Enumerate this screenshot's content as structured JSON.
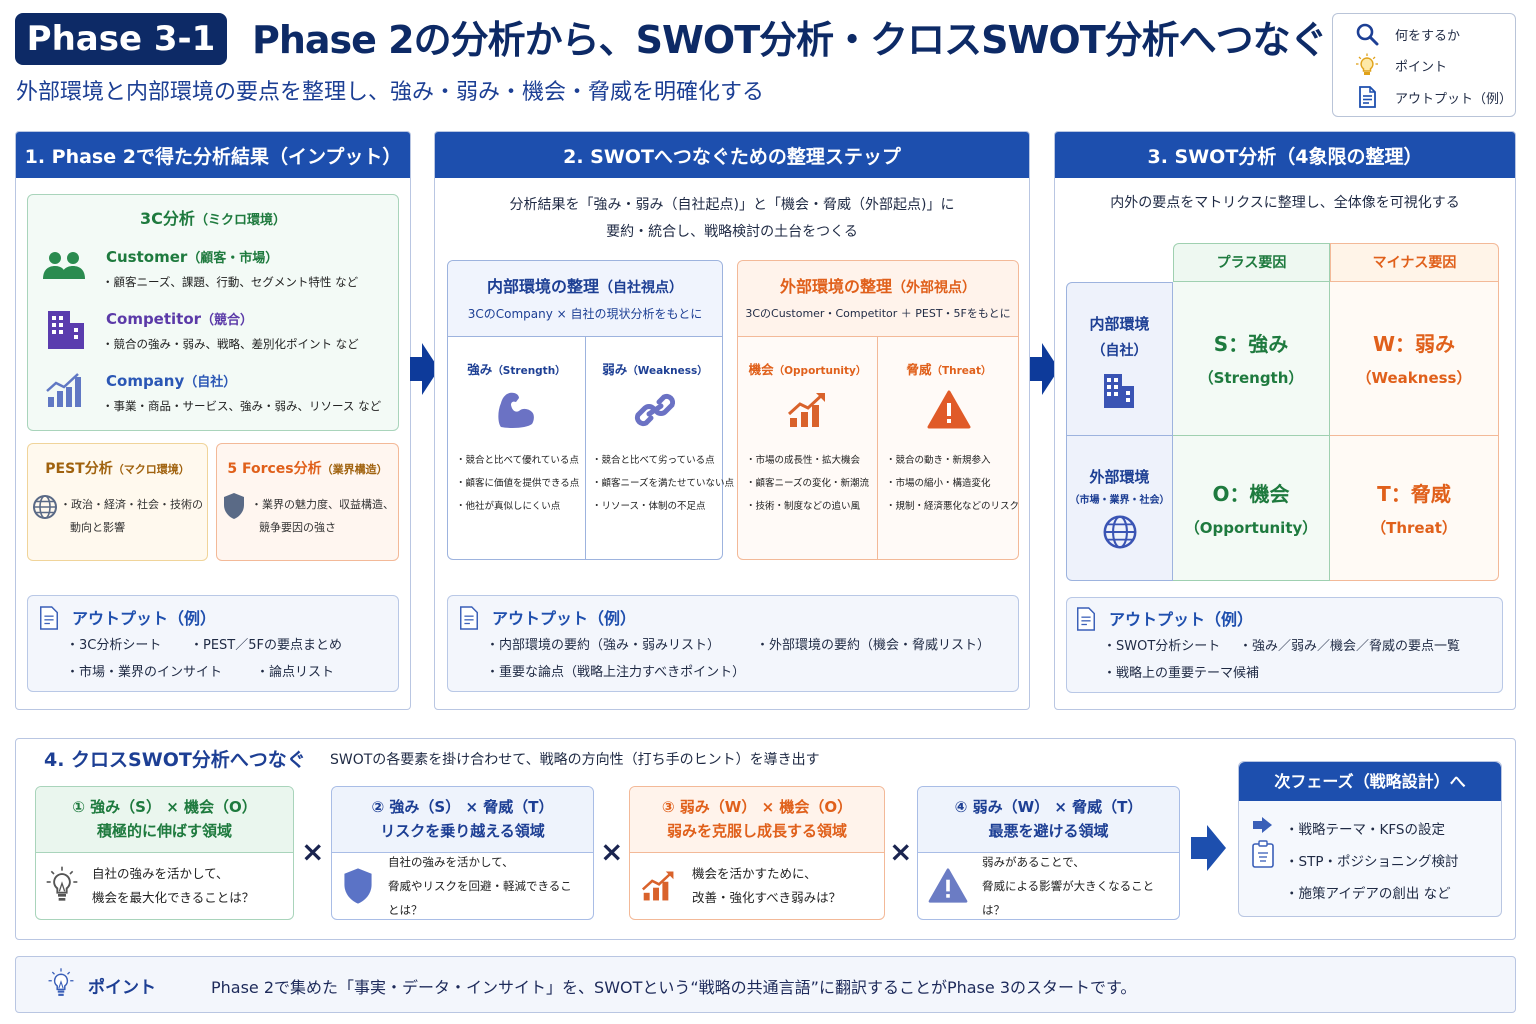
{
  "header": {
    "badge": "Phase 3-1",
    "title": "Phase 2の分析から、SWOT分析・クロスSWOT分析へつなぐ",
    "subtitle": "外部環境と内部環境の要点を整理し、強み・弱み・機会・脅威を明確化する"
  },
  "legend": {
    "items": [
      {
        "icon": "search-icon",
        "label": "何をするか"
      },
      {
        "icon": "lightbulb-icon",
        "label": "ポイント"
      },
      {
        "icon": "document-icon",
        "label": "アウトプット（例）"
      }
    ]
  },
  "colors": {
    "navy": "#0d2a66",
    "panel_header": "#1d4fae",
    "green": "#1e7a3e",
    "purple": "#5b3aa8",
    "blue": "#2b57b5",
    "orange": "#e0601b",
    "amber": "#a0620e"
  },
  "panel1": {
    "title": "1. Phase 2で得た分析結果（インプット）",
    "c3": {
      "title": "3C分析",
      "title_sub": "（ミクロ環境）",
      "items": [
        {
          "icon": "people-icon",
          "name": "Customer",
          "name_sub": "（顧客・市場）",
          "desc": "・顧客ニーズ、課題、行動、セグメント特性  など"
        },
        {
          "icon": "building-icon",
          "name": "Competitor",
          "name_sub": "（競合）",
          "desc": "・競合の強み・弱み、戦略、差別化ポイント  など"
        },
        {
          "icon": "bar-chart-icon",
          "name": "Company",
          "name_sub": "（自社）",
          "desc": "・事業・商品・サービス、強み・弱み、リソース  など"
        }
      ]
    },
    "pest": {
      "title": "PEST分析",
      "title_sub": "（マクロ環境）",
      "line1": "・政治・経済・社会・技術の",
      "line2": "動向と影響"
    },
    "forces": {
      "title": "5 Forces分析",
      "title_sub": "（業界構造）",
      "line1": "・業界の魅力度、収益構造、",
      "line2": "競争要因の強さ"
    },
    "output": {
      "title": "アウトプット（例）",
      "items": [
        "・3C分析シート",
        "・PEST／5Fの要点まとめ",
        "・市場・業界のインサイト",
        "・論点リスト"
      ]
    }
  },
  "panel2": {
    "title": "2. SWOTへつなぐための整理ステップ",
    "desc1": "分析結果を「強み・弱み（自社起点)」と「機会・脅威（外部起点)」に",
    "desc2": "要約・統合し、戦略検討の土台をつくる",
    "internal": {
      "title": "内部環境の整理",
      "title_sub": "（自社視点）",
      "basis": "3CのCompany × 自社の現状分析をもとに",
      "cols": [
        {
          "title": "強み",
          "title_sub": "（Strength）",
          "icon": "muscle-arm-icon",
          "items": [
            "・競合と比べて優れている点",
            "・顧客に価値を提供できる点",
            "・他社が真似しにくい点"
          ]
        },
        {
          "title": "弱み",
          "title_sub": "（Weakness）",
          "icon": "broken-link-icon",
          "items": [
            "・競合と比べて劣っている点",
            "・顧客ニーズを満たせていない点",
            "・リソース・体制の不足点"
          ]
        }
      ]
    },
    "external": {
      "title": "外部環境の整理",
      "title_sub": "（外部視点）",
      "basis": "3CのCustomer・Competitor ＋ PEST・5Fをもとに",
      "cols": [
        {
          "title": "機会",
          "title_sub": "（Opportunity）",
          "icon": "growth-chart-icon",
          "items": [
            "・市場の成長性・拡大機会",
            "・顧客ニーズの変化・新潮流",
            "・技術・制度などの追い風"
          ]
        },
        {
          "title": "脅威",
          "title_sub": "（Threat）",
          "icon": "warning-icon",
          "items": [
            "・競合の動き・新規参入",
            "・市場の縮小・構造変化",
            "・規制・経済悪化などのリスク"
          ]
        }
      ]
    },
    "output": {
      "title": "アウトプット（例）",
      "items": [
        "・内部環境の要約（強み・弱みリスト）",
        "・外部環境の要約（機会・脅威リスト）",
        "・重要な論点（戦略上注力すべきポイント）"
      ]
    }
  },
  "panel3": {
    "title": "3. SWOT分析（4象限の整理）",
    "desc": "内外の要点をマトリクスに整理し、全体像を可視化する",
    "col_headers": [
      "プラス要因",
      "マイナス要因"
    ],
    "rows": [
      {
        "label": "内部環境",
        "label_sub": "（自社）",
        "icon": "building-icon"
      },
      {
        "label": "外部環境",
        "label_sub": "（市場・業界・社会）",
        "icon": "globe-icon"
      }
    ],
    "cells": [
      {
        "title": "S：強み",
        "sub": "（Strength）"
      },
      {
        "title": "W：弱み",
        "sub": "（Weakness）"
      },
      {
        "title": "O：機会",
        "sub": "（Opportunity）"
      },
      {
        "title": "T：脅威",
        "sub": "（Threat）"
      }
    ],
    "output": {
      "title": "アウトプット（例）",
      "items": [
        "・SWOT分析シート",
        "・強み／弱み／機会／脅威の要点一覧",
        "・戦略上の重要テーマ候補"
      ]
    }
  },
  "panel4": {
    "title": "4. クロスSWOT分析へつなぐ",
    "desc": "SWOTの各要素を掛け合わせて、戦略の方向性（打ち手のヒント）を導き出す",
    "cross_symbol": "×",
    "cards": [
      {
        "line1": "① 強み（S） × 機会（O）",
        "line2": "積極的に伸ばす領域",
        "icon": "lightbulb-icon",
        "q1": "自社の強みを活かして、",
        "q2": "機会を最大化できることは？"
      },
      {
        "line1": "② 強み（S） × 脅威（T）",
        "line2": "リスクを乗り越える領域",
        "icon": "shield-icon",
        "q1": "自社の強みを活かして、",
        "q2": "脅威やリスクを回避・軽減できることは？"
      },
      {
        "line1": "③ 弱み（W） × 機会（O）",
        "line2": "弱みを克服し成長する領域",
        "icon": "growth-chart-icon",
        "q1": "機会を活かすために、",
        "q2": "改善・強化すべき弱みは？"
      },
      {
        "line1": "④ 弱み（W） × 脅威（T）",
        "line2": "最悪を避ける領域",
        "icon": "warning-icon",
        "q1": "弱みがあることで、",
        "q2": "脅威による影響が大きくなることは？"
      }
    ],
    "next": {
      "title": "次フェーズ（戦略設計）へ",
      "items": [
        "・戦略テーマ・KFSの設定",
        "・STP・ポジショニング検討",
        "・施策アイデアの創出  など"
      ]
    }
  },
  "point": {
    "label": "ポイント",
    "text": "Phase 2で集めた「事実・データ・インサイト」を、SWOTという“戦略の共通言語”に翻訳することがPhase 3のスタートです。"
  }
}
